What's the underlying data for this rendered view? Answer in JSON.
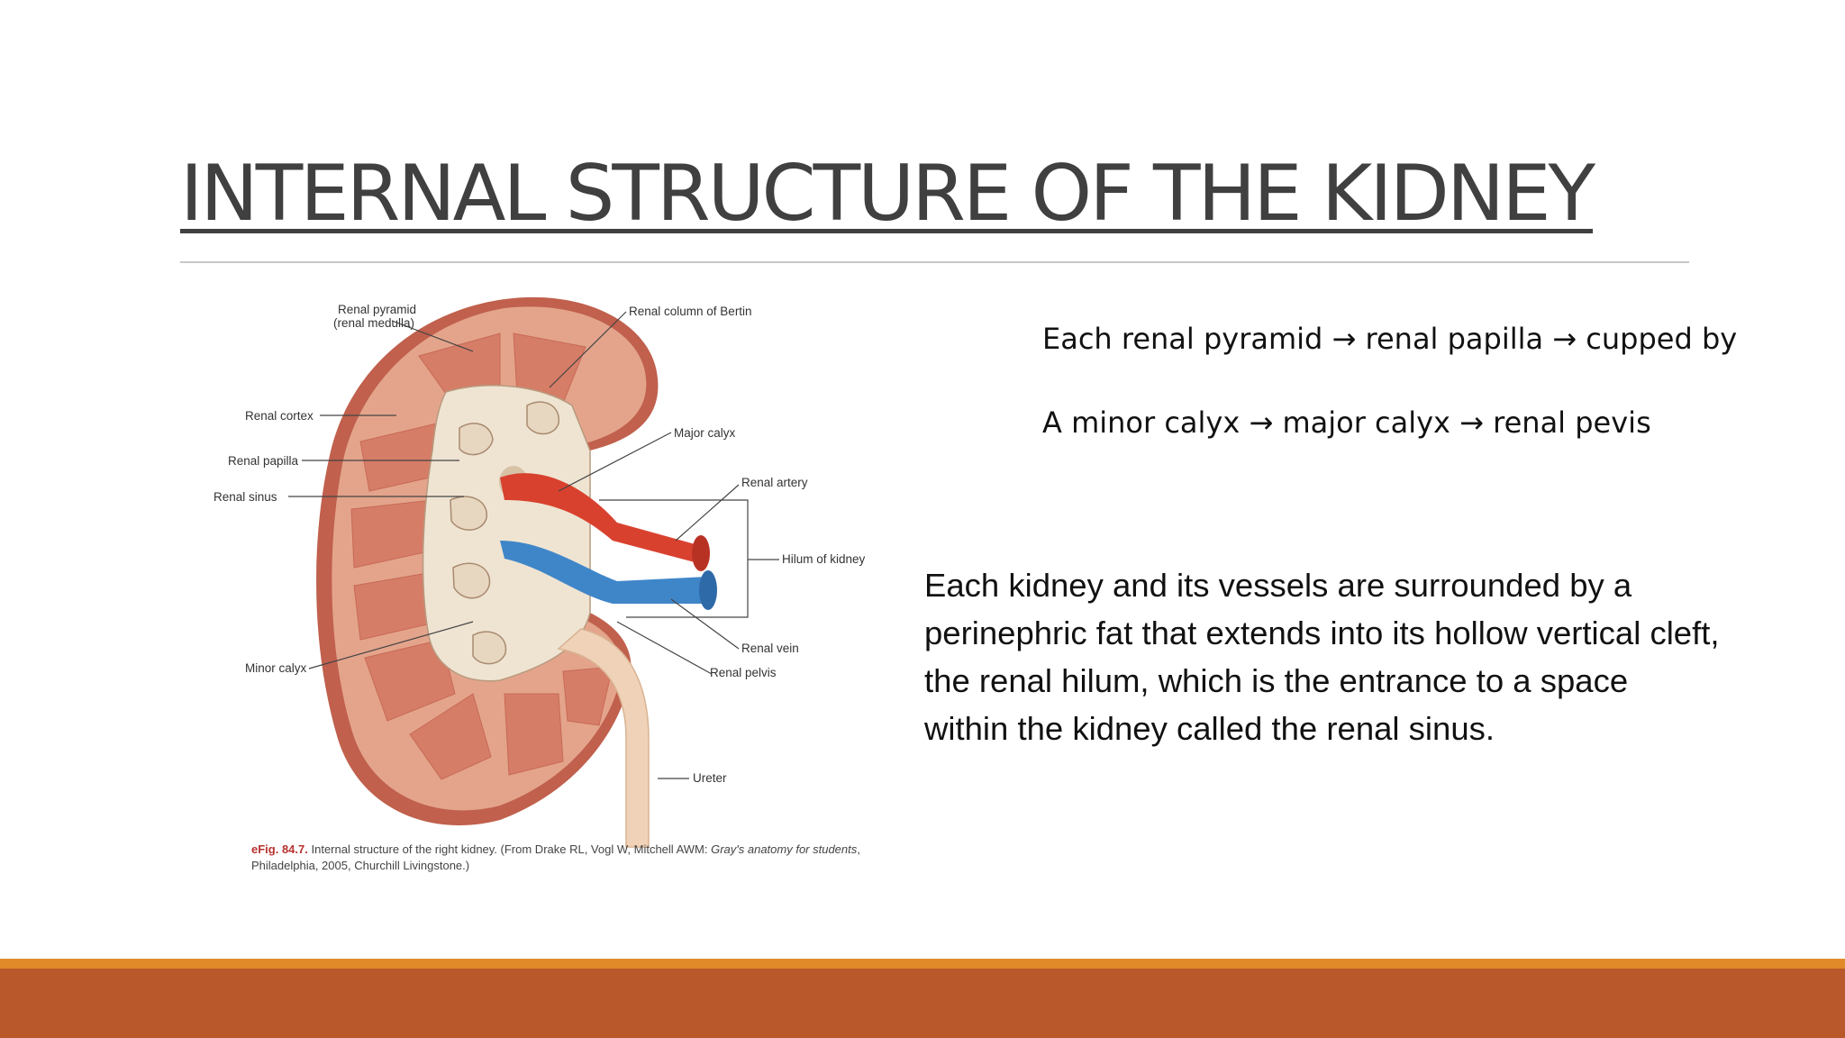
{
  "slide": {
    "title": "INTERNAL STRUCTURE OF THE KIDNEY",
    "flow_line_1": "Each renal pyramid → renal papilla → cupped by",
    "flow_line_2": "A minor calyx → major calyx → renal pevis",
    "paragraph_lines": [
      "Each kidney and its vessels are surrounded by a",
      "perinephric fat that extends into its hollow  vertical cleft,",
      "the renal hilum,  which is the entrance to a  space",
      "within the kidney  called the renal sinus."
    ]
  },
  "figure": {
    "labels": {
      "renal_pyramid_1": "Renal pyramid",
      "renal_pyramid_2": "(renal medulla)",
      "renal_column": "Renal column of Bertin",
      "renal_cortex": "Renal cortex",
      "major_calyx": "Major calyx",
      "renal_papilla": "Renal papilla",
      "renal_artery": "Renal artery",
      "renal_sinus": "Renal sinus",
      "hilum": "Hilum of kidney",
      "renal_vein": "Renal vein",
      "renal_pelvis": "Renal pelvis",
      "minor_calyx": "Minor calyx",
      "ureter": "Ureter"
    },
    "caption_fig": "eFig. 84.7.",
    "caption_main": "Internal structure of the right kidney. (From Drake RL, Vogl W, Mitchell AWM: ",
    "caption_italic_1": "Gray's anatomy for students",
    "caption_end": ", Philadelphia, 2005, Churchill Livingstone.)"
  },
  "colors": {
    "title_text": "#404040",
    "footer_orange": "#e08a2a",
    "footer_rust": "#b9582a",
    "kidney_capsule": "#c96a55",
    "cortex": "#e0a08a",
    "pyramid": "#d9826d",
    "sinus": "#efe6d8",
    "artery": "#d9412f",
    "vein": "#3f86c9",
    "ureter": "#f0d2b8"
  }
}
